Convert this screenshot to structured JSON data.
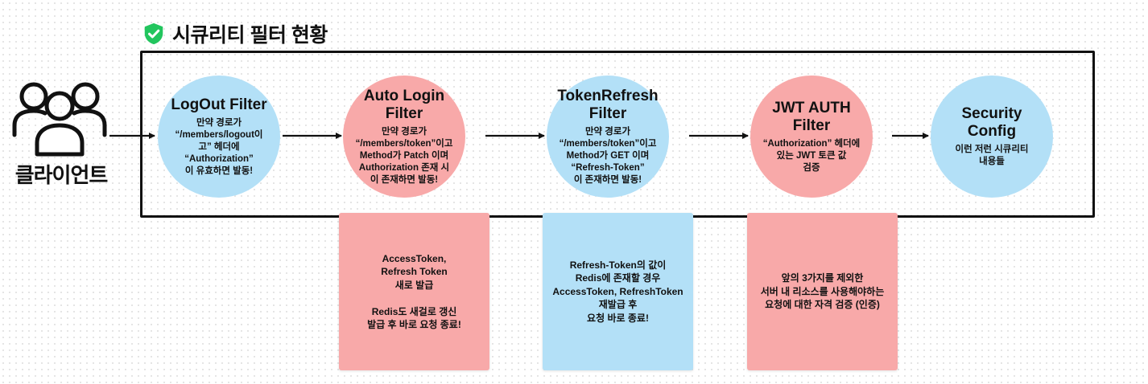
{
  "title": "시큐리티 필터 현황",
  "client": {
    "label": "클라이언트"
  },
  "nodes": [
    {
      "title": "LogOut Filter",
      "desc": "만약 경로가\n“/members/logout이\n고” 헤더에\n“Authorization”\n이 유효하면 발동!"
    },
    {
      "title": "Auto Login\nFilter",
      "desc": "만약 경로가\n“/members/token”이고\nMethod가 Patch 이며\nAuthorization 존재 시\n이 존재하면 발동!"
    },
    {
      "title": "TokenRefresh\nFilter",
      "desc": "만약 경로가\n“/members/token”이고\nMethod가 GET 이며\n“Refresh-Token”\n이 존재하면 발동!"
    },
    {
      "title": "JWT AUTH\nFilter",
      "desc": "“Authorization” 헤더에\n있는 JWT 토큰 값\n검증"
    },
    {
      "title": "Security\nConfig",
      "desc": "이런 저런 시큐리티\n내용들"
    }
  ],
  "notes": [
    {
      "text": "AccessToken,\nRefresh Token\n새로 발급\n\nRedis도 새걸로 갱신\n발급 후 바로 요청 종료!"
    },
    {
      "text": "Refresh-Token의 값이\nRedis에 존재할 경우\nAccessToken, RefreshToken\n재발급 후\n요청 바로 종료!"
    },
    {
      "text": "앞의 3가지를 제외한\n서버 내 리소스를 사용해야하는\n요청에 대한 자격 검증 (인증)"
    }
  ],
  "colors": {
    "blue": "#b3e0f7",
    "pink": "#f8a9a9",
    "shield": "#22c55e",
    "line": "#111111"
  },
  "icons": {
    "title_icon": "shield-check-icon",
    "client_icon": "users-group-icon"
  }
}
